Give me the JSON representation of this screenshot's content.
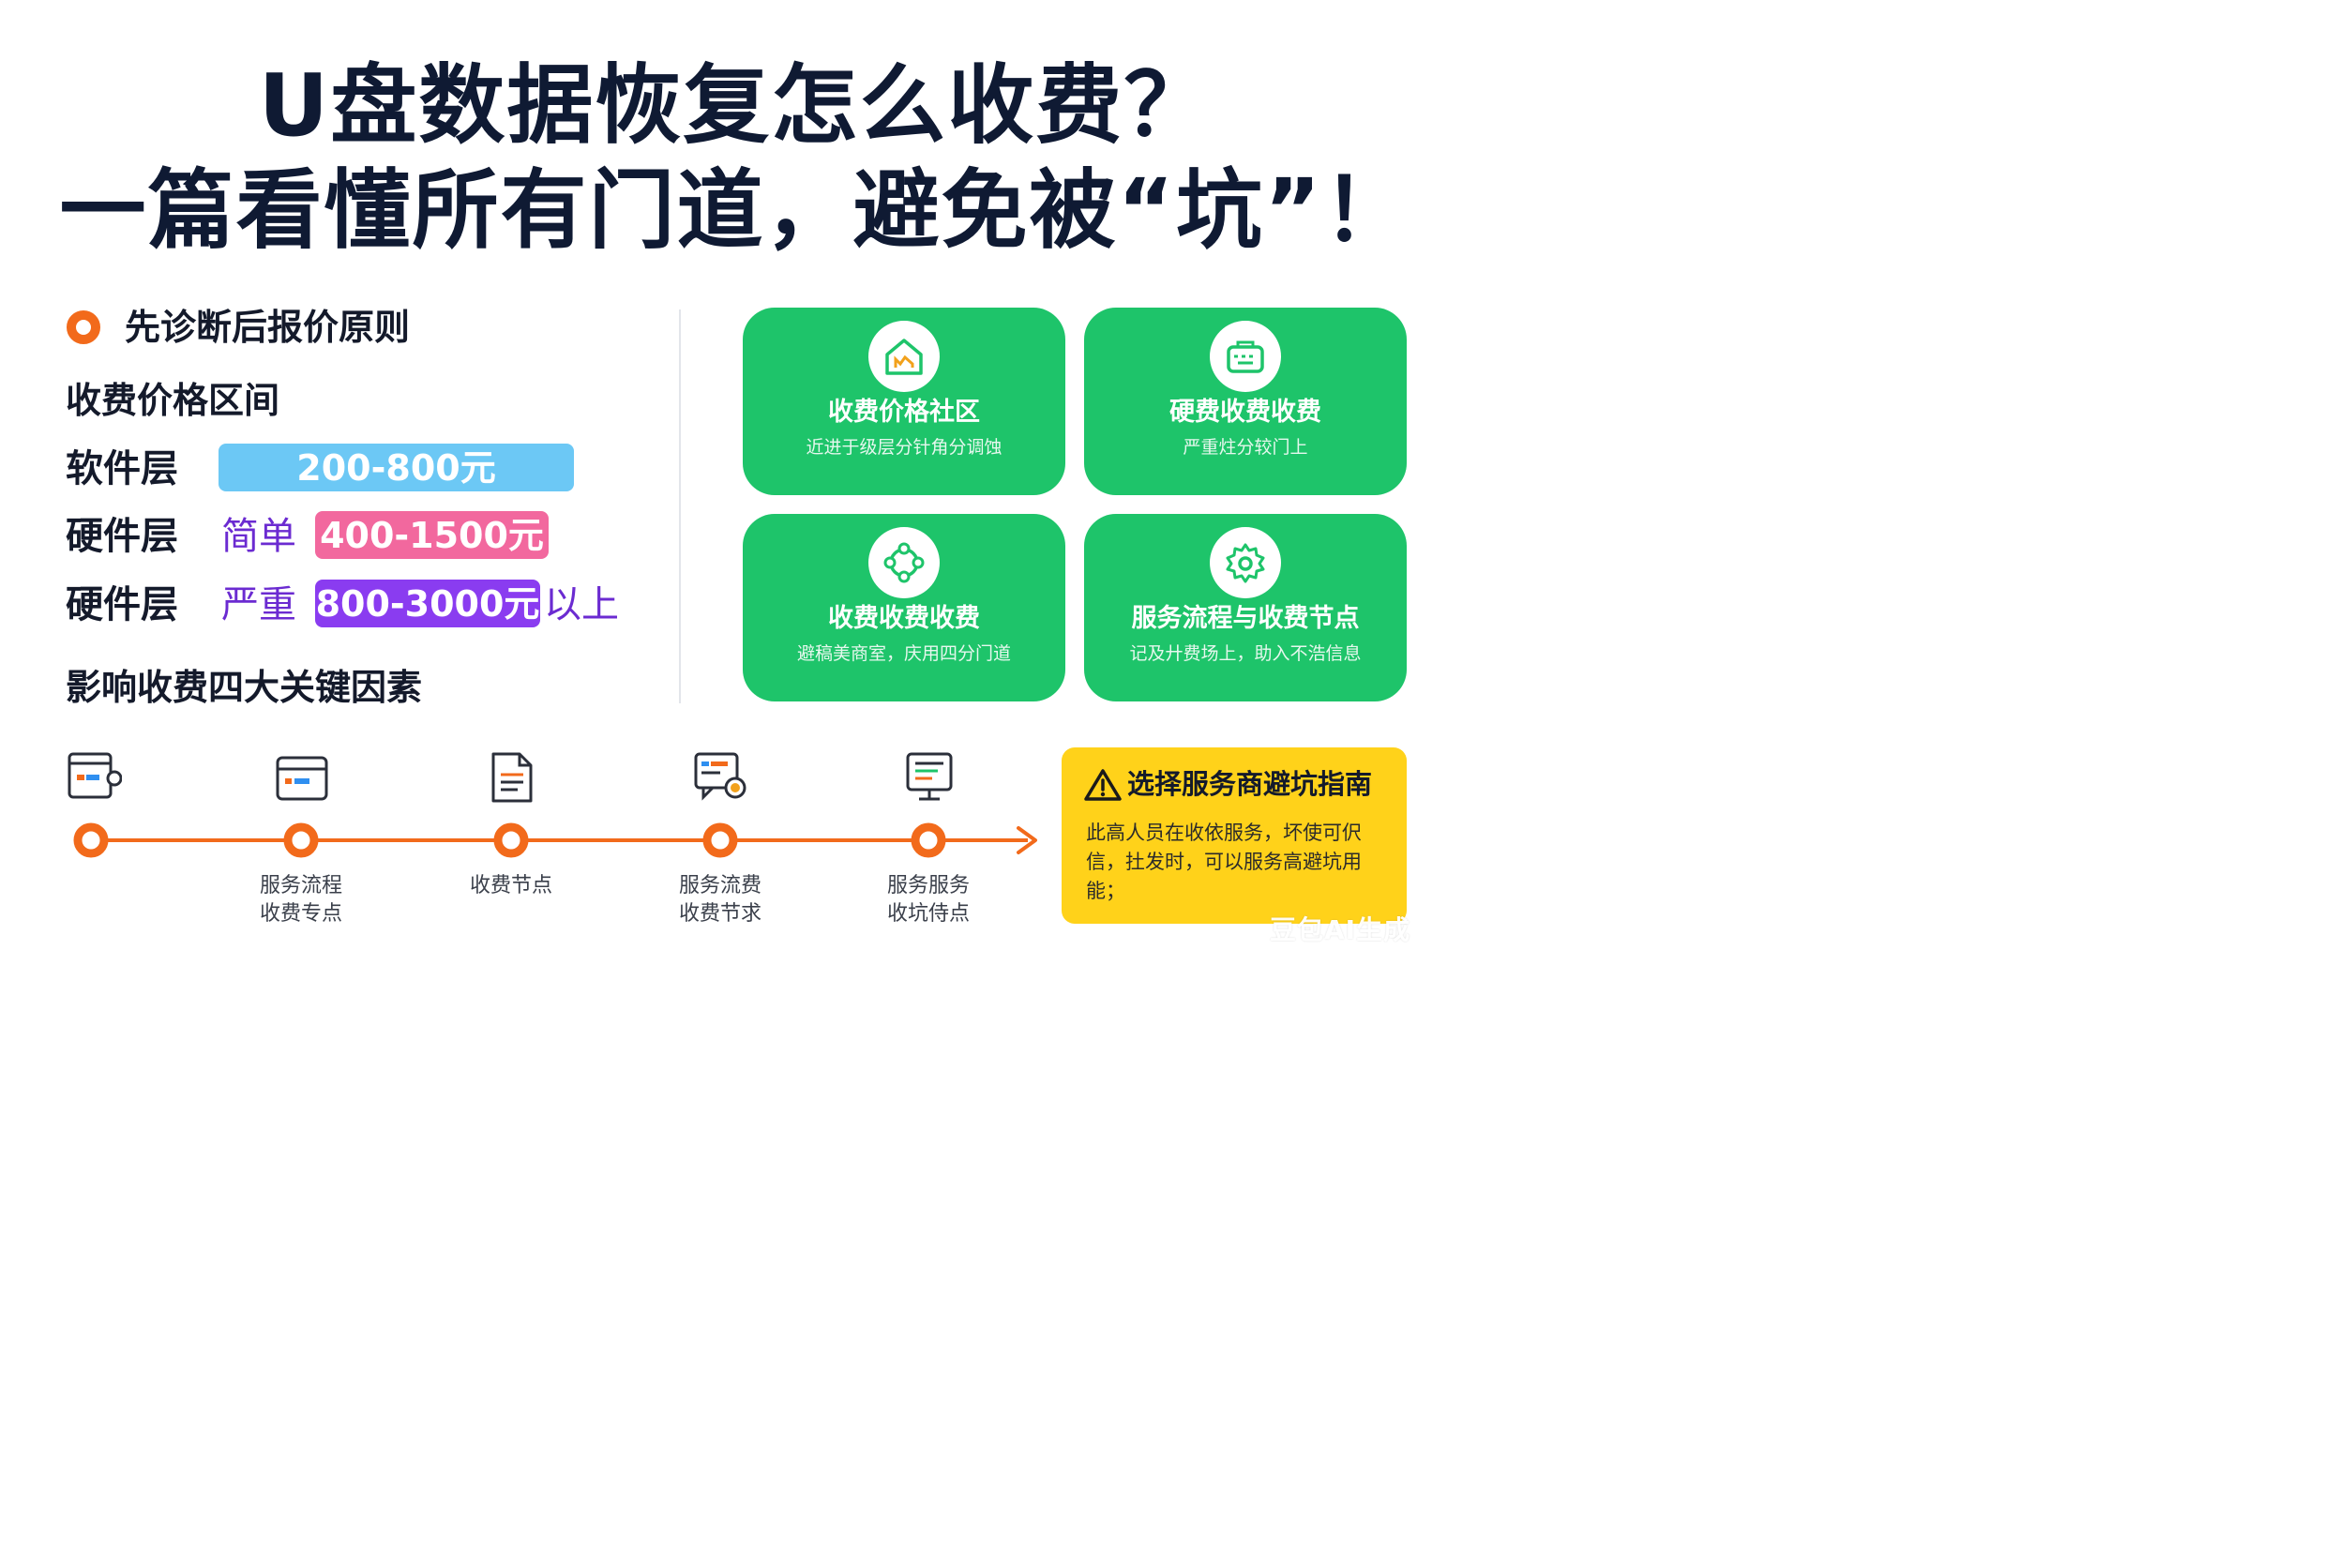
{
  "title": {
    "line1": "U盘数据恢复怎么收费？",
    "line2": "一篇看懂所有门道，避免被“坑”！"
  },
  "principle": {
    "label": "先诊断后报价原则",
    "bullet_color": "#f26a1b"
  },
  "price_section": {
    "heading": "收费价格区间"
  },
  "tiers": [
    {
      "label": "软件层",
      "severity": "",
      "price": "200-800元",
      "color": "#6cc8f5"
    },
    {
      "label": "硬件层",
      "severity": "简单",
      "price": "400-1500元",
      "color": "#f2689e"
    },
    {
      "label": "硬件层",
      "severity": "严重",
      "price": "800-3000元",
      "suffix": "以上",
      "color": "#8a3cf0"
    }
  ],
  "factors_heading": "影响收费四大关键因素",
  "cards": [
    {
      "icon": "house-icon",
      "title": "收费价格社区",
      "subtitle": "近进于级层分针角分调蚀"
    },
    {
      "icon": "keyboard-icon",
      "title": "硬费收费收费",
      "subtitle": "严重炷分较门上"
    },
    {
      "icon": "network-icon",
      "title": "收费收费收费",
      "subtitle": "避稿美商室，庆用四分门道"
    },
    {
      "icon": "gear-icon",
      "title": "服务流程与收费节点",
      "subtitle": "记及廾费场上，助入不浩信息"
    }
  ],
  "timeline": {
    "nodes": [
      {
        "icon": "id-card-icon",
        "lines": []
      },
      {
        "icon": "wallet-icon",
        "lines": [
          "服务流程",
          "收费专点"
        ]
      },
      {
        "icon": "document-icon",
        "lines": [
          "收费节点"
        ]
      },
      {
        "icon": "chat-badge-icon",
        "lines": [
          "服务流费",
          "收费节求"
        ]
      },
      {
        "icon": "monitor-icon",
        "lines": [
          "服务服务",
          "收坑侍点"
        ]
      }
    ],
    "color": "#f26a1b"
  },
  "guide": {
    "title": "选择服务商避坑指南",
    "text": "此高人员在收依服务，坏使可伬信，扗发时，可以服务高避坑用能；",
    "color": "#ffd21a"
  },
  "watermark": "豆包AI生成",
  "colors": {
    "title": "#0f1a33",
    "card_green": "#1ec46a",
    "accent_orange": "#f26a1b"
  }
}
